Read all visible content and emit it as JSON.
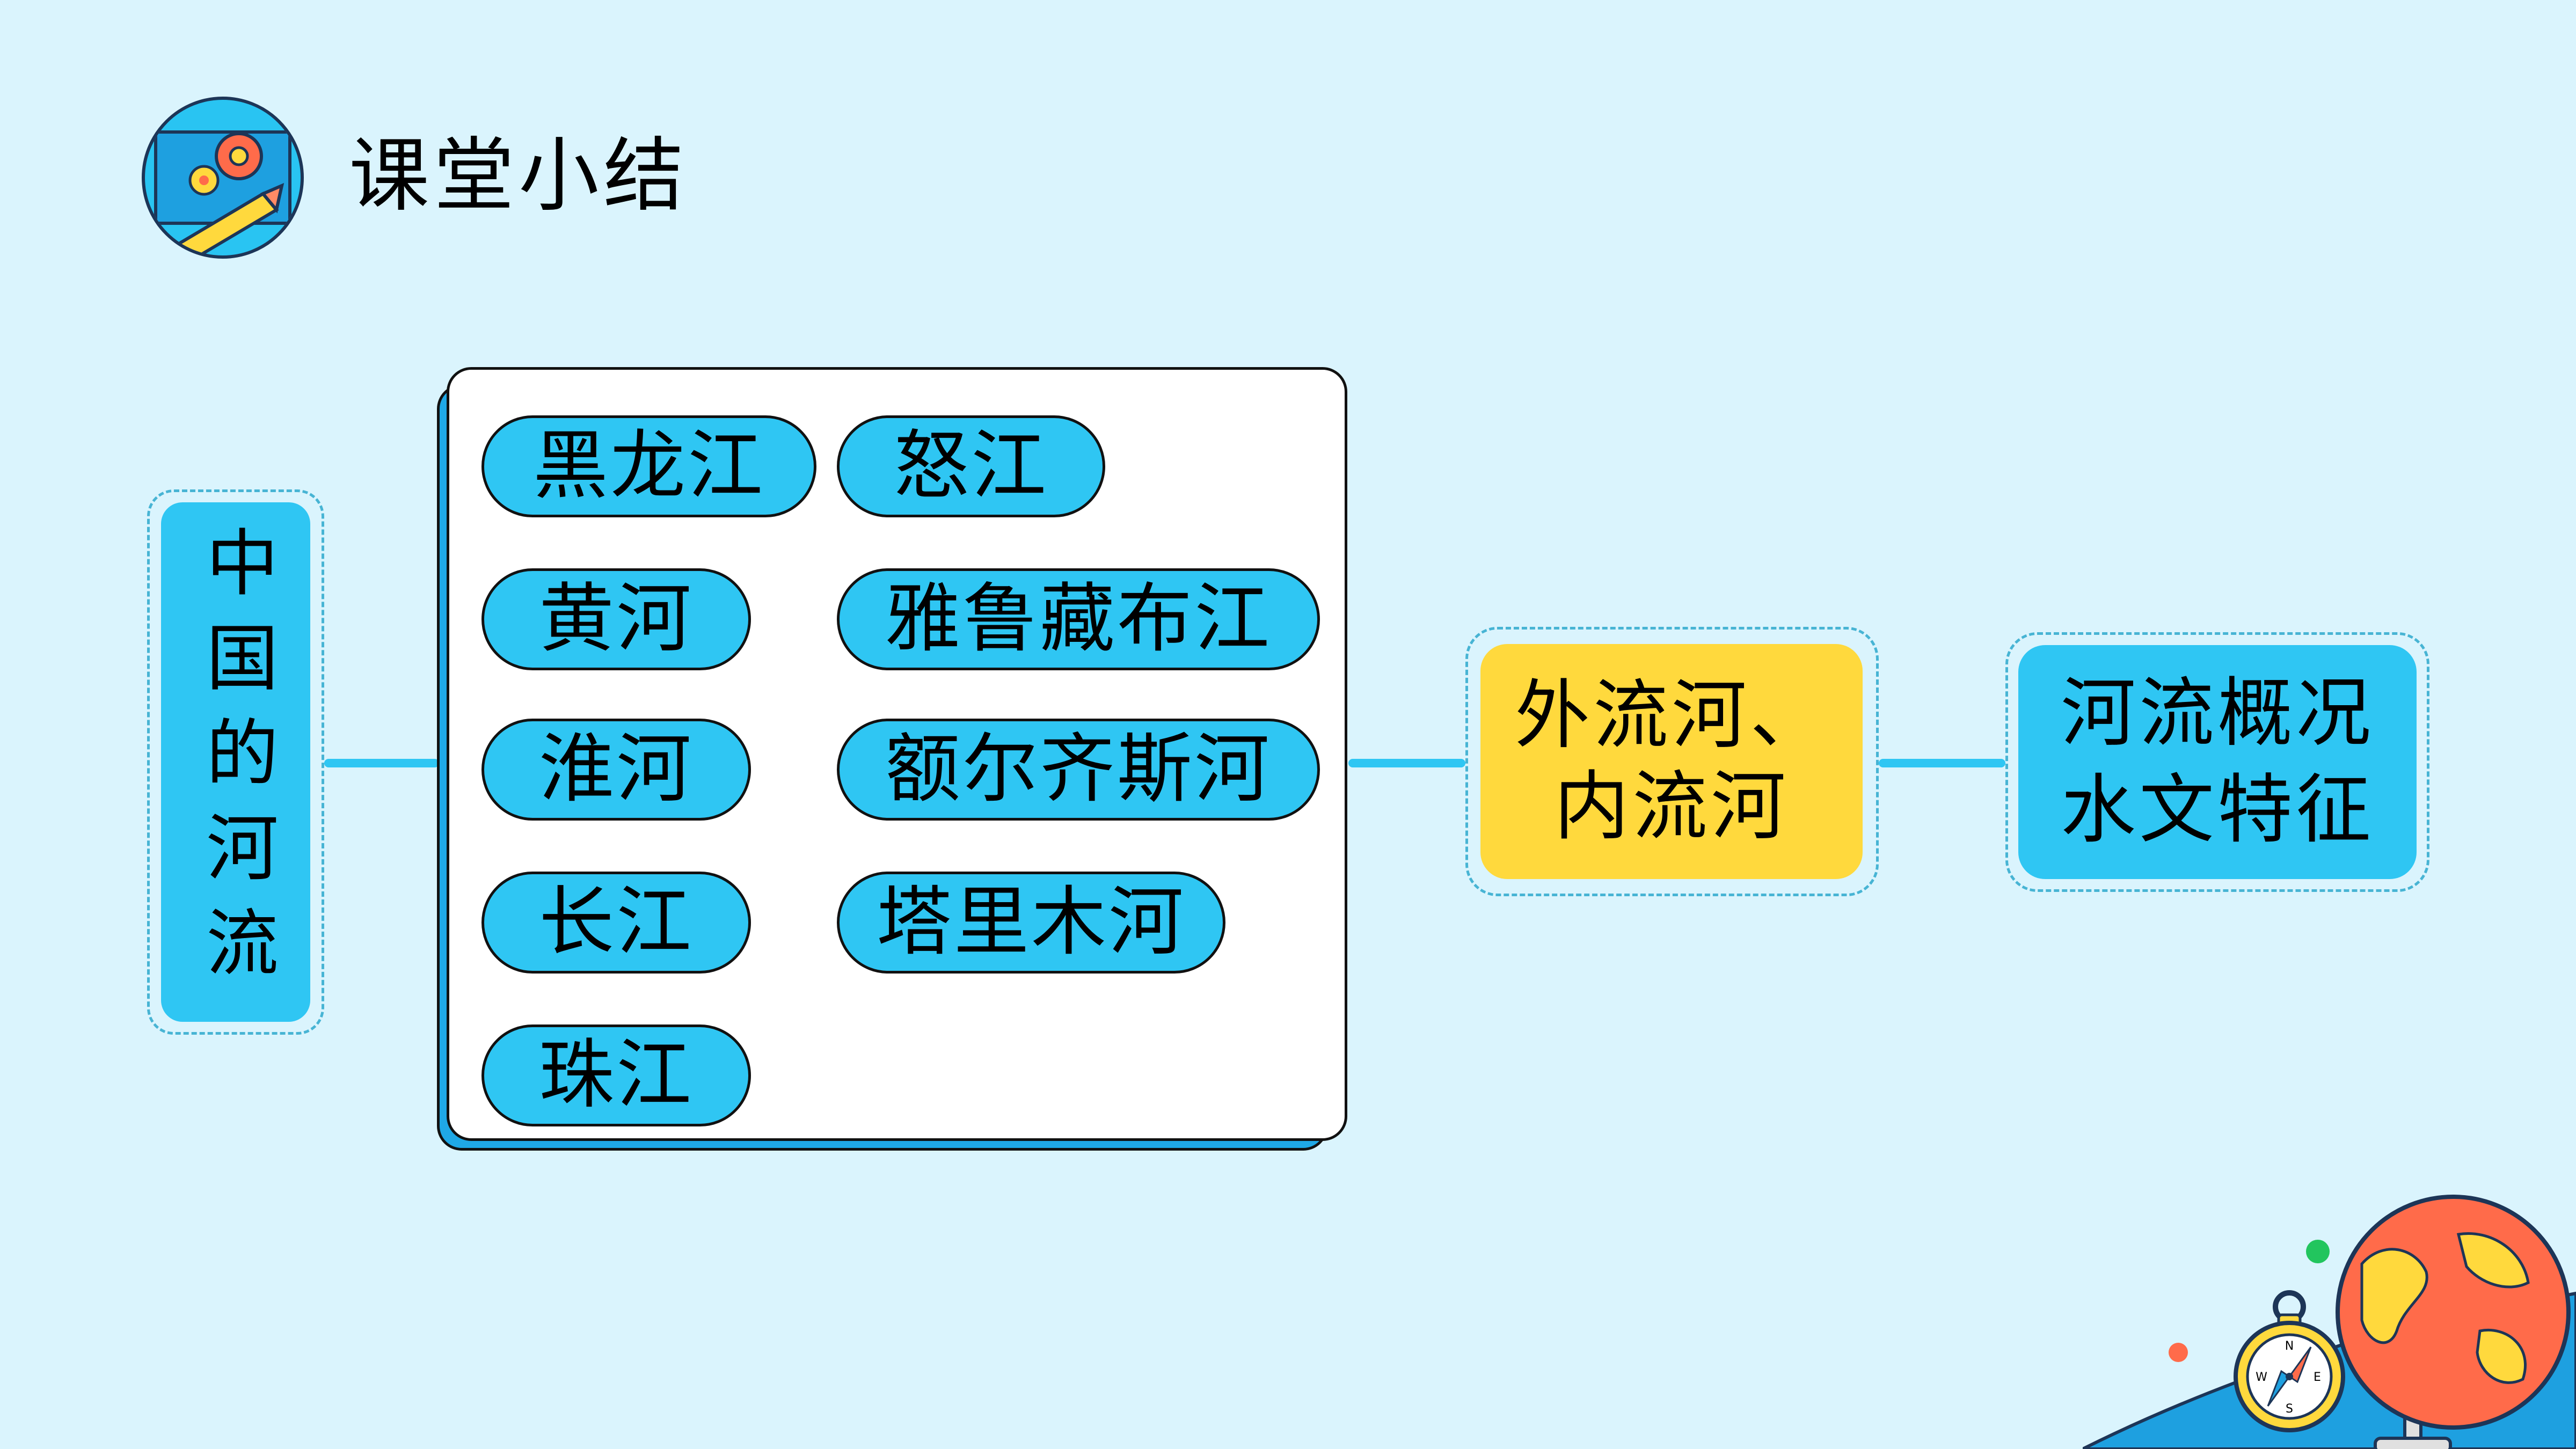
{
  "header": {
    "title": "课堂小结"
  },
  "left_node": {
    "label": "中国的河流"
  },
  "rivers": [
    {
      "name": "黑龙江"
    },
    {
      "name": "怒江"
    },
    {
      "name": "黄河"
    },
    {
      "name": "雅鲁藏布江"
    },
    {
      "name": "淮河"
    },
    {
      "name": "额尔齐斯河"
    },
    {
      "name": "长江"
    },
    {
      "name": "塔里木河"
    },
    {
      "name": "珠江"
    }
  ],
  "middle_node": {
    "line1": "外流河、",
    "line2": "内流河"
  },
  "right_node": {
    "line1": "河流概况",
    "line2": "水文特征"
  },
  "colors": {
    "background": "#daf4fd",
    "accent": "#2fc6f3",
    "highlight": "#ffd93d"
  },
  "decorations": {
    "compass_letters": [
      "N",
      "W",
      "E",
      "S"
    ]
  }
}
